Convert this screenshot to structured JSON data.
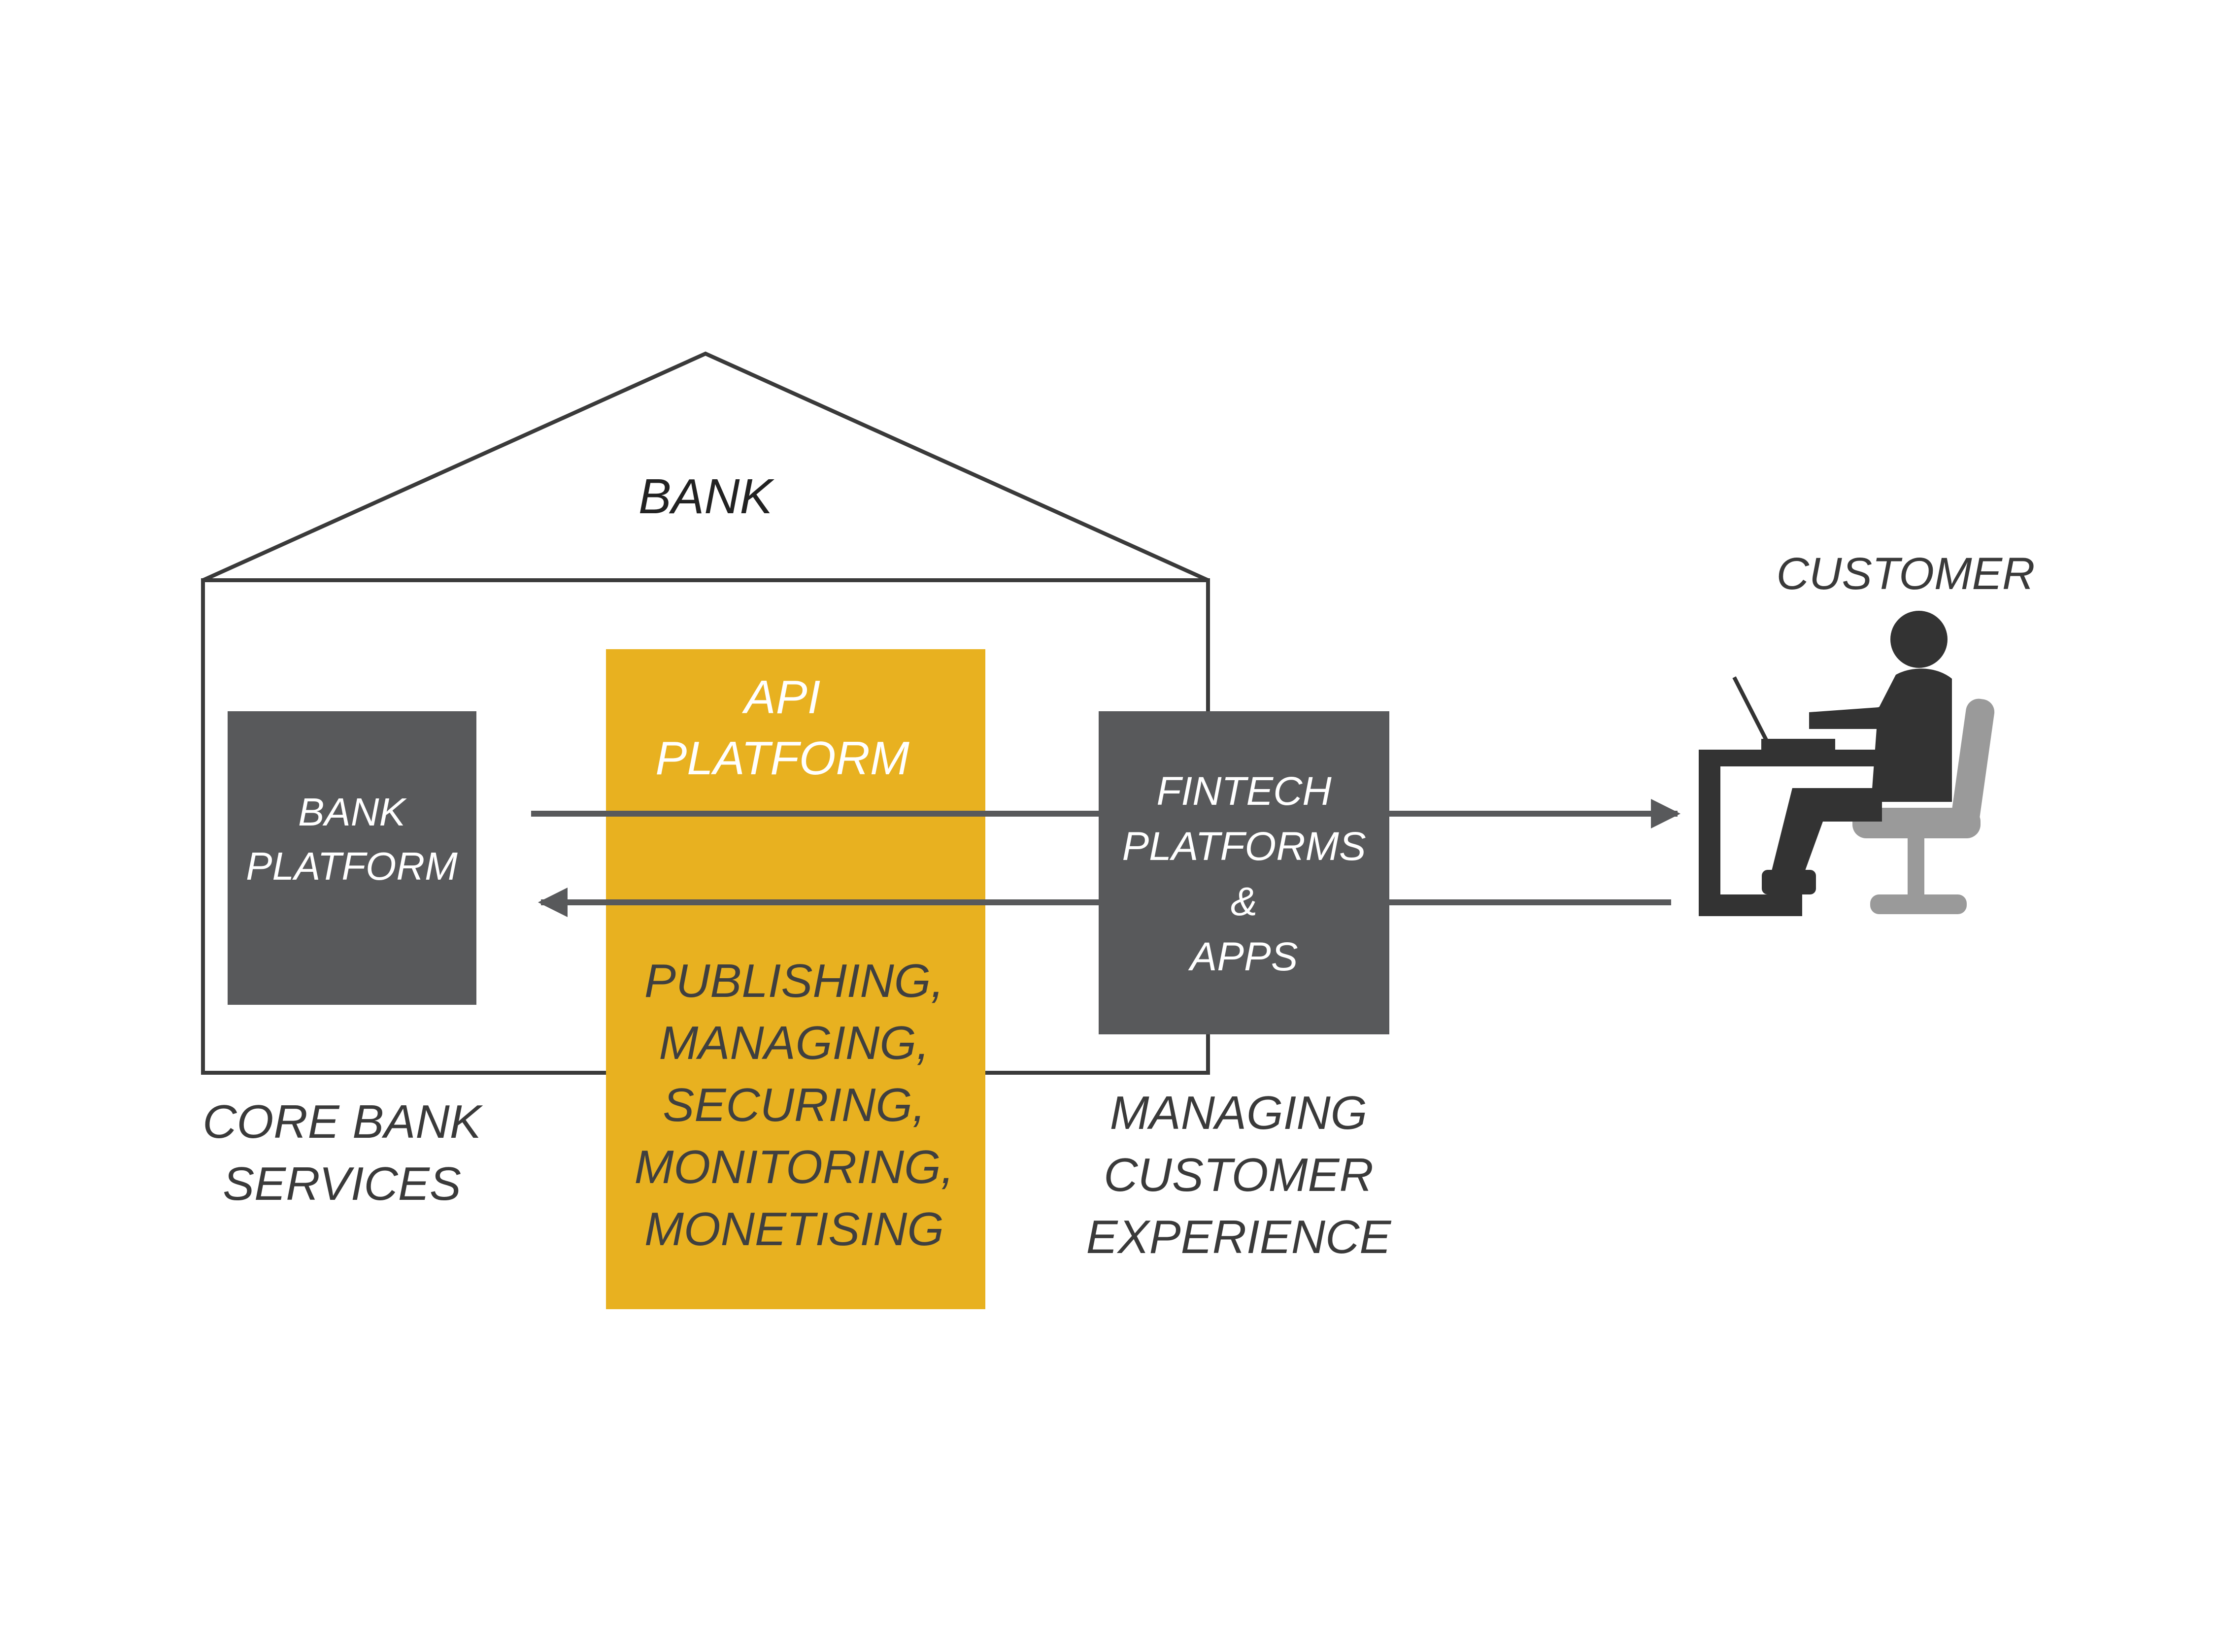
{
  "bank": {
    "title": "BANK",
    "core_caption": [
      "CORE BANK",
      "SERVICES"
    ]
  },
  "bank_platform": {
    "lines": [
      "BANK",
      "PLATFORM"
    ]
  },
  "api_platform": {
    "title_lines": [
      "API",
      "PLATFORM"
    ],
    "functions": [
      "PUBLISHING,",
      "MANAGING,",
      "SECURING,",
      "MONITORING,",
      "MONETISING"
    ]
  },
  "fintech": {
    "lines": [
      "FINTECH",
      "PLATFORMS",
      "&",
      "APPS"
    ],
    "caption": [
      "MANAGING",
      "CUSTOMER",
      "EXPERIENCE"
    ]
  },
  "customer": {
    "label": "CUSTOMER"
  },
  "colors": {
    "dark_box": "#58595b",
    "api_yellow": "#e8b120",
    "outline": "#3a3a3a",
    "arrow": "#58595b",
    "chair": "#9a9a9a",
    "person": "#333333",
    "caption_text": "#3a3a3a",
    "box_text": "#ffffff",
    "api_func_text": "#3f3f3f"
  },
  "icons": {
    "customer": "person-at-desk-icon"
  }
}
